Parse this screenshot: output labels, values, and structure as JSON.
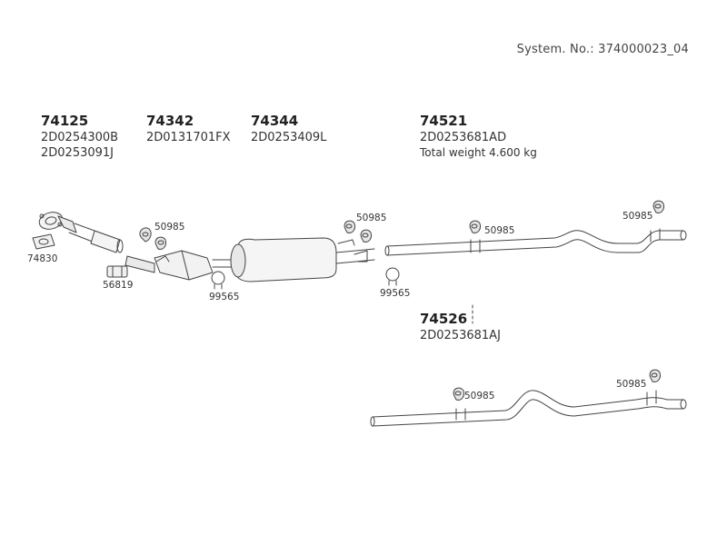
{
  "system_number": "System. No.: 374000023_04",
  "parts": [
    {
      "number": "74125",
      "codes": [
        "2D0254300B",
        "2D0253091J"
      ]
    },
    {
      "number": "74342",
      "codes": [
        "2D0131701FX"
      ]
    },
    {
      "number": "74344",
      "codes": [
        "2D0253409L"
      ]
    },
    {
      "number": "74521",
      "codes": [
        "2D0253681AD",
        "Total weight 4.600 kg"
      ]
    },
    {
      "number": "74526",
      "codes": [
        "2D0253681AJ"
      ]
    }
  ],
  "labels": {
    "gasket": "74830",
    "clamp_sleeve": "56819",
    "hanger_a": "50985",
    "hanger_b": "50985",
    "hanger_c": "50985",
    "hanger_d": "50985",
    "hanger_e": "50985",
    "hanger_f": "50985",
    "ring_a": "99565",
    "ring_b": "99565"
  }
}
